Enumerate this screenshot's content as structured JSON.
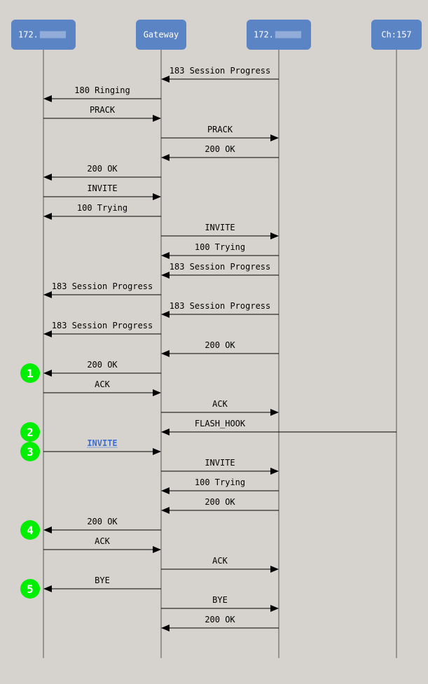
{
  "colors": {
    "background": "#d6d3ce",
    "participant_box": "#5b84c4",
    "participant_text": "#ffffff",
    "lifeline": "#555555",
    "arrow": "#000000",
    "label": "#000000",
    "highlight_label": "#3b6fd0",
    "marker_fill": "#00ee00",
    "marker_text": "#ffffff"
  },
  "participants": [
    {
      "id": "p1",
      "label": "172.▒▒▒▒▒▒",
      "redacted": true
    },
    {
      "id": "gw",
      "label": "Gateway",
      "redacted": false
    },
    {
      "id": "p3",
      "label": "172.▒▒▒▒▒",
      "redacted": true
    },
    {
      "id": "ch",
      "label": "Ch:157",
      "redacted": false
    }
  ],
  "messages": [
    {
      "from": "p3",
      "to": "gw",
      "label": "183 Session Progress"
    },
    {
      "from": "gw",
      "to": "p1",
      "label": "180 Ringing"
    },
    {
      "from": "p1",
      "to": "gw",
      "label": "PRACK"
    },
    {
      "from": "gw",
      "to": "p3",
      "label": "PRACK"
    },
    {
      "from": "p3",
      "to": "gw",
      "label": "200 OK"
    },
    {
      "from": "gw",
      "to": "p1",
      "label": "200 OK"
    },
    {
      "from": "p1",
      "to": "gw",
      "label": "INVITE"
    },
    {
      "from": "gw",
      "to": "p1",
      "label": "100 Trying"
    },
    {
      "from": "gw",
      "to": "p3",
      "label": "INVITE"
    },
    {
      "from": "p3",
      "to": "gw",
      "label": "100 Trying"
    },
    {
      "from": "p3",
      "to": "gw",
      "label": "183 Session Progress"
    },
    {
      "from": "gw",
      "to": "p1",
      "label": "183 Session Progress"
    },
    {
      "from": "p3",
      "to": "gw",
      "label": "183 Session Progress"
    },
    {
      "from": "gw",
      "to": "p1",
      "label": "183 Session Progress"
    },
    {
      "from": "p3",
      "to": "gw",
      "label": "200 OK"
    },
    {
      "from": "gw",
      "to": "p1",
      "label": "200 OK",
      "marker": "1"
    },
    {
      "from": "p1",
      "to": "gw",
      "label": "ACK"
    },
    {
      "from": "gw",
      "to": "p3",
      "label": "ACK"
    },
    {
      "from": "ch",
      "to": "gw",
      "label": "FLASH_HOOK",
      "marker": "2"
    },
    {
      "from": "p1",
      "to": "gw",
      "label": "INVITE",
      "marker": "3",
      "highlight": true
    },
    {
      "from": "gw",
      "to": "p3",
      "label": "INVITE"
    },
    {
      "from": "p3",
      "to": "gw",
      "label": "100 Trying"
    },
    {
      "from": "p3",
      "to": "gw",
      "label": "200 OK"
    },
    {
      "from": "gw",
      "to": "p1",
      "label": "200 OK",
      "marker": "4"
    },
    {
      "from": "p1",
      "to": "gw",
      "label": "ACK"
    },
    {
      "from": "gw",
      "to": "p3",
      "label": "ACK"
    },
    {
      "from": "gw",
      "to": "p1",
      "label": "BYE",
      "marker": "5"
    },
    {
      "from": "gw",
      "to": "p3",
      "label": "BYE"
    },
    {
      "from": "p3",
      "to": "gw",
      "label": "200 OK"
    }
  ]
}
